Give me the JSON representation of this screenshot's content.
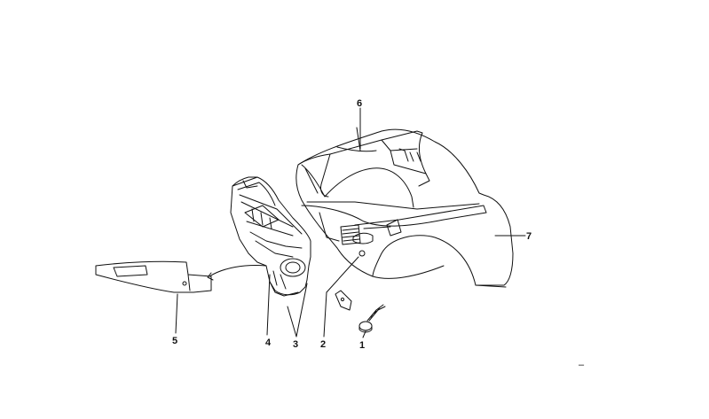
{
  "callouts": {
    "c1": "1",
    "c2": "2",
    "c3": "3",
    "c4": "4",
    "c5": "5",
    "c6": "6",
    "c7": "7"
  },
  "page_mark": "–"
}
